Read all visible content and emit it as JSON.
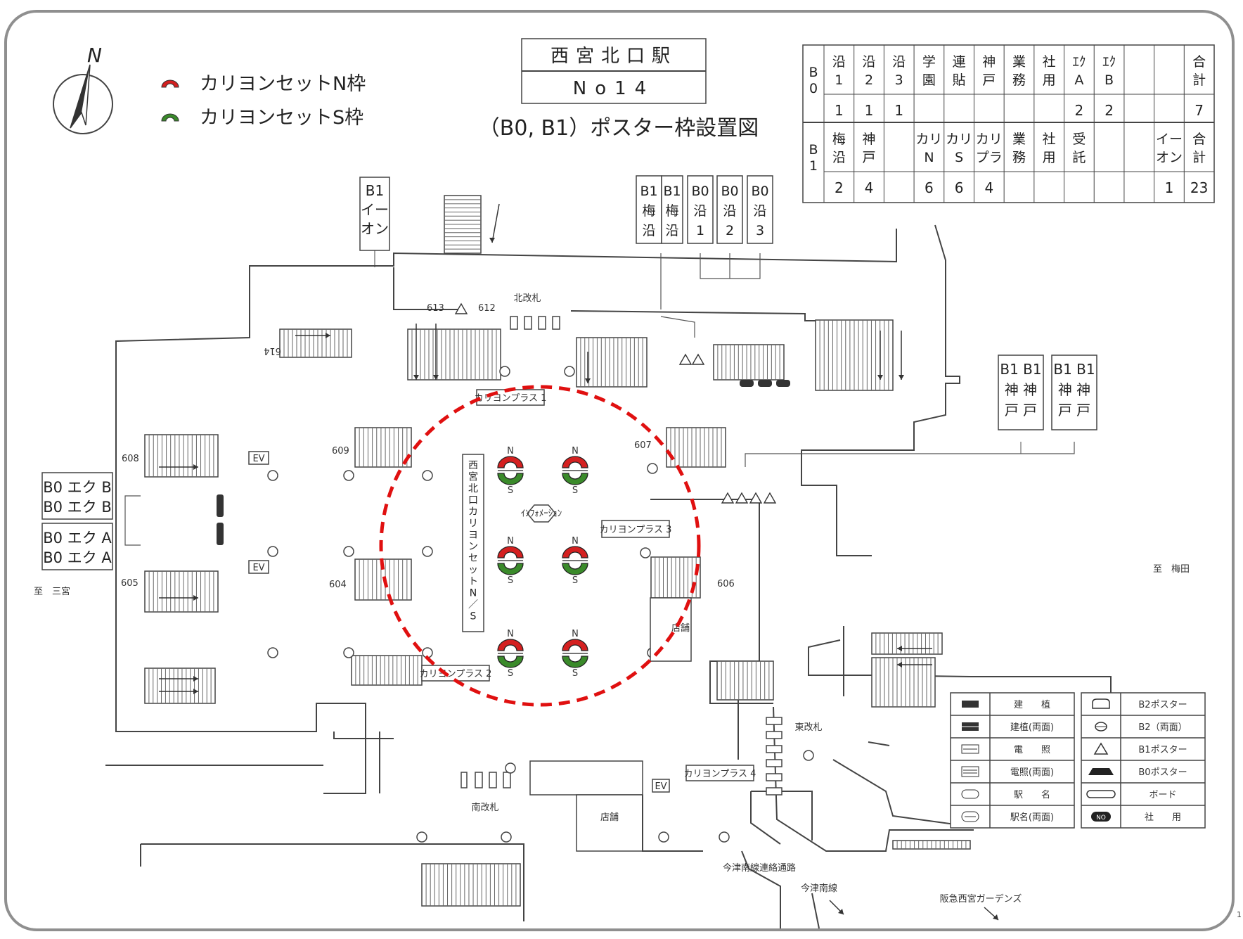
{
  "title": {
    "station": "西宮北口駅",
    "number": "No14",
    "subtitle": "（B0, B1）ポスター枠設置図"
  },
  "compass": {
    "north_label": "N"
  },
  "legend_top": [
    {
      "label": "カリヨンセットN枠",
      "color": "#d42020"
    },
    {
      "label": "カリヨンセットS枠",
      "color": "#3a8a2a"
    }
  ],
  "summary_table": {
    "rows": [
      {
        "group": "B0",
        "headers": [
          "沿1",
          "沿2",
          "沿3",
          "学園",
          "連貼",
          "神戸",
          "業務",
          "社用",
          "ｴｸA",
          "ｴｸB",
          "",
          "",
          "合計"
        ],
        "values": [
          "1",
          "1",
          "1",
          "",
          "",
          "",
          "",
          "",
          "2",
          "2",
          "",
          "",
          "7"
        ]
      },
      {
        "group": "B1",
        "headers": [
          "梅沿",
          "神戸",
          "",
          "カリN",
          "カリS",
          "カリプラ",
          "業務",
          "社用",
          "受託",
          "",
          "",
          "イーオン",
          "合計"
        ],
        "values": [
          "2",
          "4",
          "",
          "6",
          "6",
          "4",
          "",
          "",
          "",
          "",
          "",
          "1",
          "23"
        ]
      }
    ]
  },
  "poster_boxes": {
    "b1_aeon": "B1 イー オン",
    "top_right": [
      "B1 梅沿",
      "B1 梅沿",
      "B0 沿1",
      "B0 沿2",
      "B0 沿3"
    ],
    "kobe": [
      "B1 神戸",
      "B1 神戸",
      "B1 神戸",
      "B1 神戸"
    ],
    "left": [
      "B0 エク B",
      "B0 エク B",
      "B0 エク A",
      "B0 エク A"
    ]
  },
  "labels": {
    "north_gate": "北改札",
    "east_gate": "東改札",
    "south_gate": "南改札",
    "to_sannomiya": "至　三宮",
    "to_umeda": "至　梅田",
    "shop": "店舗",
    "shop2": "店舗",
    "imazu_passage": "今津南線連絡通路",
    "imazu_line": "今津南線",
    "gardens": "阪急西宮ガーデンズ",
    "ev": "EV",
    "center_sign": "西宮北口カリヨンセット N／S",
    "info": "ｲﾝﾌｫﾒｰｼｮﾝ",
    "n": "N",
    "s": "S"
  },
  "numbers": [
    "613",
    "612",
    "614",
    "608",
    "609",
    "607",
    "605",
    "604",
    "606"
  ],
  "karillon_plus": [
    "カリヨンプラス 1",
    "カリヨンプラス 2",
    "カリヨンプラス 3",
    "カリヨンプラス 4"
  ],
  "legend_box": {
    "left": [
      "建　　植",
      "建植(両面)",
      "電　　照",
      "電照(両面)",
      "駅　　名",
      "駅名(両面)"
    ],
    "right": [
      "B2ポスター",
      "B2（両面）",
      "B1ポスター",
      "B0ポスター",
      "ボード",
      "社　　用"
    ]
  },
  "page_number": "1",
  "highlight_color": "#e01010"
}
